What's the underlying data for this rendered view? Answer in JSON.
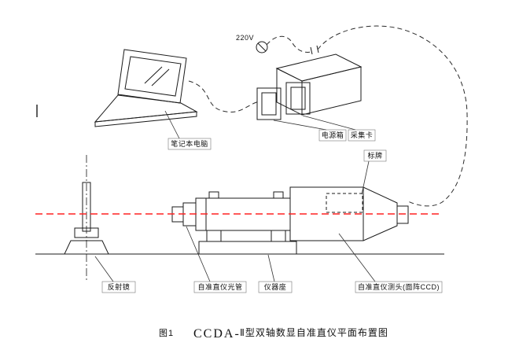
{
  "figure": {
    "voltage": "220V",
    "caption": {
      "prefix": "图1",
      "code": "CCDA-",
      "rest": "Ⅱ型双轴数显自准直仪平面布置图"
    },
    "colors": {
      "axis_red": "#ff2222",
      "line": "#1b1b1b"
    }
  },
  "labels": {
    "laptop": "笔记本电脑",
    "power_box": "电源箱",
    "capture_card": "采集卡",
    "nameplate": "标牌",
    "reflector": "反射镜",
    "collimator_tube": "自准直仪光管",
    "instrument_base": "仪器座",
    "measuring_head": "自准直仪测头(面阵CCD)"
  }
}
